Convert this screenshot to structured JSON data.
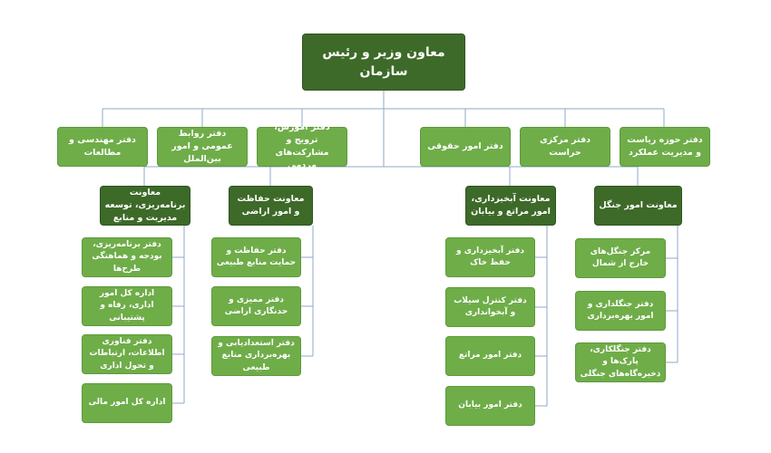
{
  "chart": {
    "top": "معاون وزیر و رئیس سازمان",
    "offices": [
      "دفتر حوزه ریاست و مدیریت عملکرد",
      "دفتر مرکزی حراست",
      "دفتر امور حقوقی",
      "دفتر آموزش، ترویج و مشارکت‌های مردمی",
      "دفتر روابط عمومی و امور بین‌الملل",
      "دفتر مهندسی و مطالعات"
    ],
    "deputies": [
      {
        "title": "معاونت امور جنگل",
        "units": [
          "مرکز جنگل‌های خارج از شمال",
          "دفتر جنگلداری و امور بهره‌برداری",
          "دفتر جنگلکاری، پارک‌ها و ذخیره‌گاه‌های جنگلی"
        ]
      },
      {
        "title": "معاونت آبخیزداری، امور مراتع و بیابان",
        "units": [
          "دفتر آبخیزداری و حفظ خاک",
          "دفتر کنترل سیلاب و آبخوانداری",
          "دفتر امور مراتع",
          "دفتر امور بیابان"
        ]
      },
      {
        "title": "معاونت حفاظت و امور اراضی",
        "units": [
          "دفتر حفاظت و حمایت منابع طبیعی",
          "دفتر ممیزی و حدنگاری اراضی",
          "دفتر استعدادیابی و بهره‌برداری منابع طبیعی"
        ]
      },
      {
        "title": "معاونت برنامه‌ریزی، توسعه مدیریت و منابع",
        "units": [
          "دفتر برنامه‌ریزی، بودجه و هماهنگی طرح‌ها",
          "اداره کل امور اداری، رفاه و پشتیبانی",
          "دفتر فناوری اطلاعات، ارتباطات و تحول اداری",
          "اداره کل امور مالی"
        ]
      }
    ],
    "colors": {
      "dark": "#3d6a28",
      "light": "#6fad49",
      "line": "#8fa9c9"
    }
  }
}
